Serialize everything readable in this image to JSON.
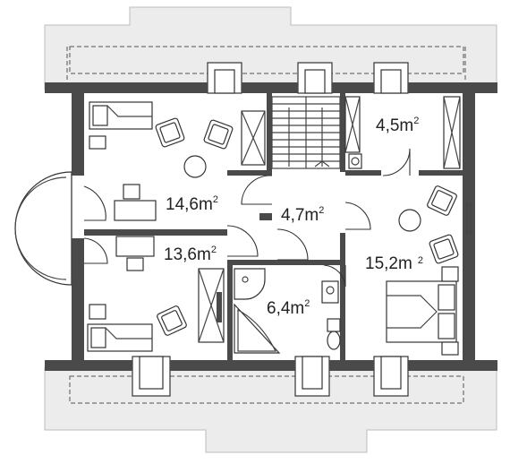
{
  "rooms": [
    {
      "id": "room-a",
      "area": "14,6m",
      "sup": "2"
    },
    {
      "id": "room-b",
      "area": "13,6m",
      "sup": "2"
    },
    {
      "id": "hall",
      "area": "4,7m",
      "sup": "2"
    },
    {
      "id": "bath",
      "area": "6,4m",
      "sup": "2"
    },
    {
      "id": "closet",
      "area": "4,5m",
      "sup": "2"
    },
    {
      "id": "room-c",
      "area": "15,2m",
      "sup": "2"
    }
  ],
  "colors": {
    "wall": "#4a4a4a",
    "roof": "#ececec",
    "background": "#ffffff"
  }
}
